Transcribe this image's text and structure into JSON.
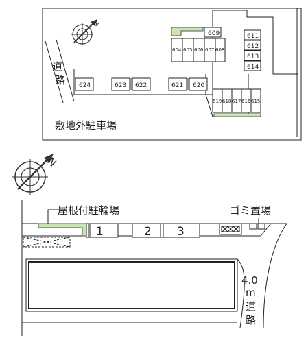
{
  "off_site_parking": {
    "title": "敷地外駐車場",
    "road_label": "道路",
    "spaces_top": [
      "609"
    ],
    "spaces_row": [
      "604",
      "605",
      "606",
      "607",
      "608"
    ],
    "spaces_right": [
      "611",
      "612",
      "613",
      "614"
    ],
    "spaces_middle": [
      "624",
      "623",
      "622",
      "621",
      "620"
    ],
    "spaces_bottom_right": [
      "619",
      "618",
      "617",
      "616",
      "615"
    ]
  },
  "site": {
    "bicycle_parking_label": "屋根付駐輪場",
    "garbage_label": "ゴミ置場",
    "spaces": [
      "1",
      "2",
      "3"
    ],
    "road_width": "4.0",
    "road_unit": "m",
    "road_label": "道路"
  },
  "compass": {
    "north_label": "N"
  }
}
